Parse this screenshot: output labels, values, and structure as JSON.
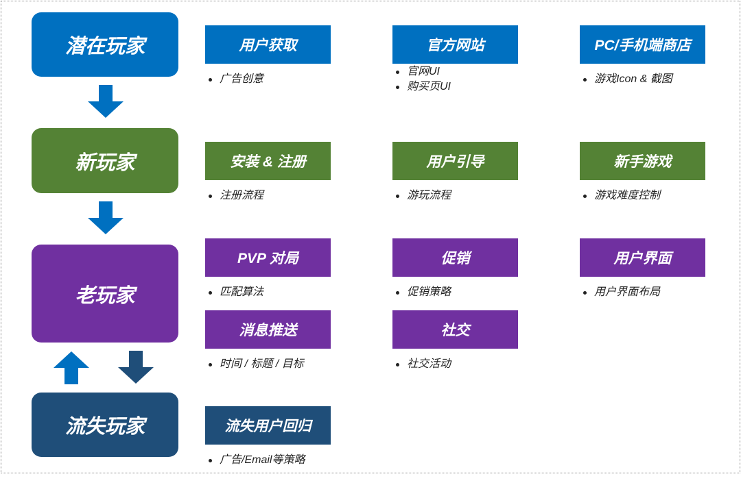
{
  "colors": {
    "potential": "#0070C0",
    "new": "#548235",
    "veteran": "#7030A0",
    "churned": "#1F4E79",
    "arrow_light": "#0070C0",
    "arrow_dark": "#1F4E79"
  },
  "stages": {
    "potential": "潜在玩家",
    "new": "新玩家",
    "veteran": "老玩家",
    "churned": "流失玩家"
  },
  "groups": {
    "user_acquisition": {
      "title": "用户获取",
      "items": [
        "广告创意"
      ]
    },
    "official_site": {
      "title": "官方网站",
      "items": [
        "官网UI",
        "购买页UI"
      ]
    },
    "store": {
      "title": "PC/手机端商店",
      "items": [
        "游戏Icon & 截图"
      ]
    },
    "install_register": {
      "title": "安装 & 注册",
      "items": [
        "注册流程"
      ]
    },
    "onboarding": {
      "title": "用户引导",
      "items": [
        "游玩流程"
      ]
    },
    "tutorial_game": {
      "title": "新手游戏",
      "items": [
        "游戏难度控制"
      ]
    },
    "pvp": {
      "title": "PVP 对局",
      "items": [
        "匹配算法"
      ]
    },
    "promotion": {
      "title": "促销",
      "items": [
        "促销策略"
      ]
    },
    "user_interface": {
      "title": "用户界面",
      "items": [
        "用户界面布局"
      ]
    },
    "push": {
      "title": "消息推送",
      "items": [
        "时间 / 标题 / 目标"
      ]
    },
    "social": {
      "title": "社交",
      "items": [
        "社交活动"
      ]
    },
    "win_back": {
      "title": "流失用户回归",
      "items": [
        "广告/Email等策略"
      ]
    }
  }
}
